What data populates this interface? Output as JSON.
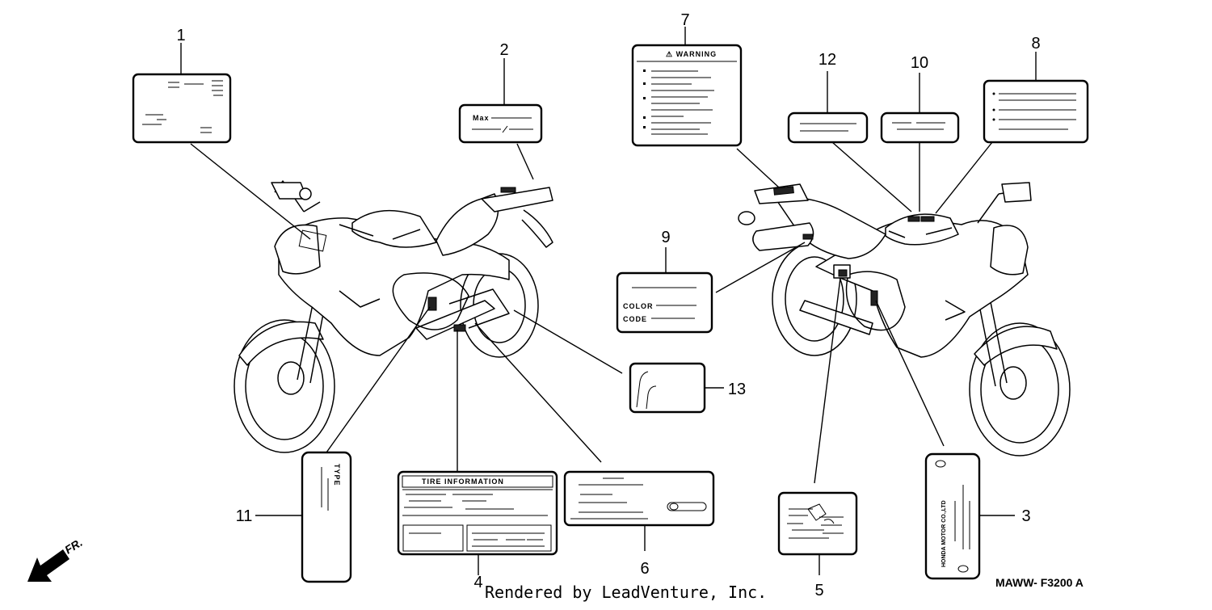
{
  "callouts": {
    "c1": "1",
    "c2": "2",
    "c3": "3",
    "c4": "4",
    "c5": "5",
    "c6": "6",
    "c7": "7",
    "c8": "8",
    "c9": "9",
    "c10": "10",
    "c11": "11",
    "c12": "12",
    "c13": "13"
  },
  "labels": {
    "max": "Max",
    "warning": "⚠ WARNING",
    "color": "COLOR",
    "code": "CODE",
    "tire_information": "TIRE   INFORMATION",
    "type": "TYPE",
    "maker": "HONDA MOTOR CO.,LTD"
  },
  "direction_label": "FR.",
  "diagram_code": "MAWW- F3200 A",
  "credit": "Rendered by LeadVenture, Inc."
}
